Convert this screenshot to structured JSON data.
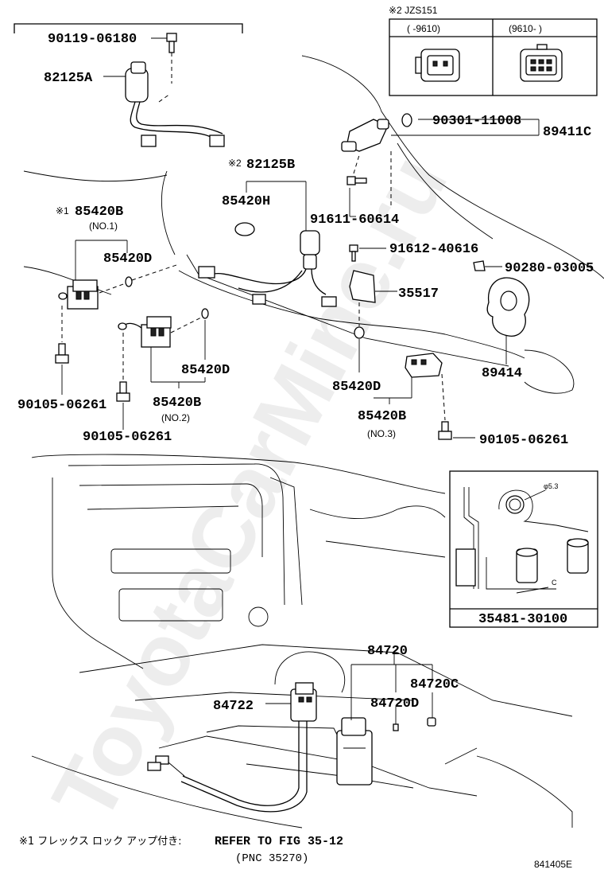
{
  "labels": {
    "p90119": "90119-06180",
    "p82125A": "82125A",
    "ref2": "※2",
    "p82125B": "82125B",
    "p85420H": "85420H",
    "ref1": "※1",
    "p85420B_top": "85420B",
    "no1": "(NO.1)",
    "p85420D_a": "85420D",
    "p91611": "91611-60614",
    "p91612": "91612-40616",
    "p90280": "90280-03005",
    "p35517": "35517",
    "p90301": "90301-11008",
    "p89411C": "89411C",
    "p89414": "89414",
    "p85420D_b": "85420D",
    "p85420B_mid": "85420B",
    "no2": "(NO.2)",
    "p85420D_c": "85420D",
    "p85420B_right": "85420B",
    "no3": "(NO.3)",
    "p90105_a": "90105-06261",
    "p90105_b": "90105-06261",
    "p90105_c": "90105-06261",
    "p35481": "35481-30100",
    "dim_phi": "φ5.3",
    "dim_c": "C",
    "p84720": "84720",
    "p84720C": "84720C",
    "p84720D": "84720D",
    "p84722": "84722"
  },
  "inset_table": {
    "title": "※2  JZS151",
    "col1": "(      -9610)",
    "col2": "(9610-      )"
  },
  "footnote": {
    "line1_jp": "※1  フレックス ロック アップ付き:",
    "line1_ref": "REFER TO FIG 35-12",
    "line2": "(PNC 35270)"
  },
  "figure_id": "841405E",
  "watermark": "ToyotaCarMine.ru"
}
